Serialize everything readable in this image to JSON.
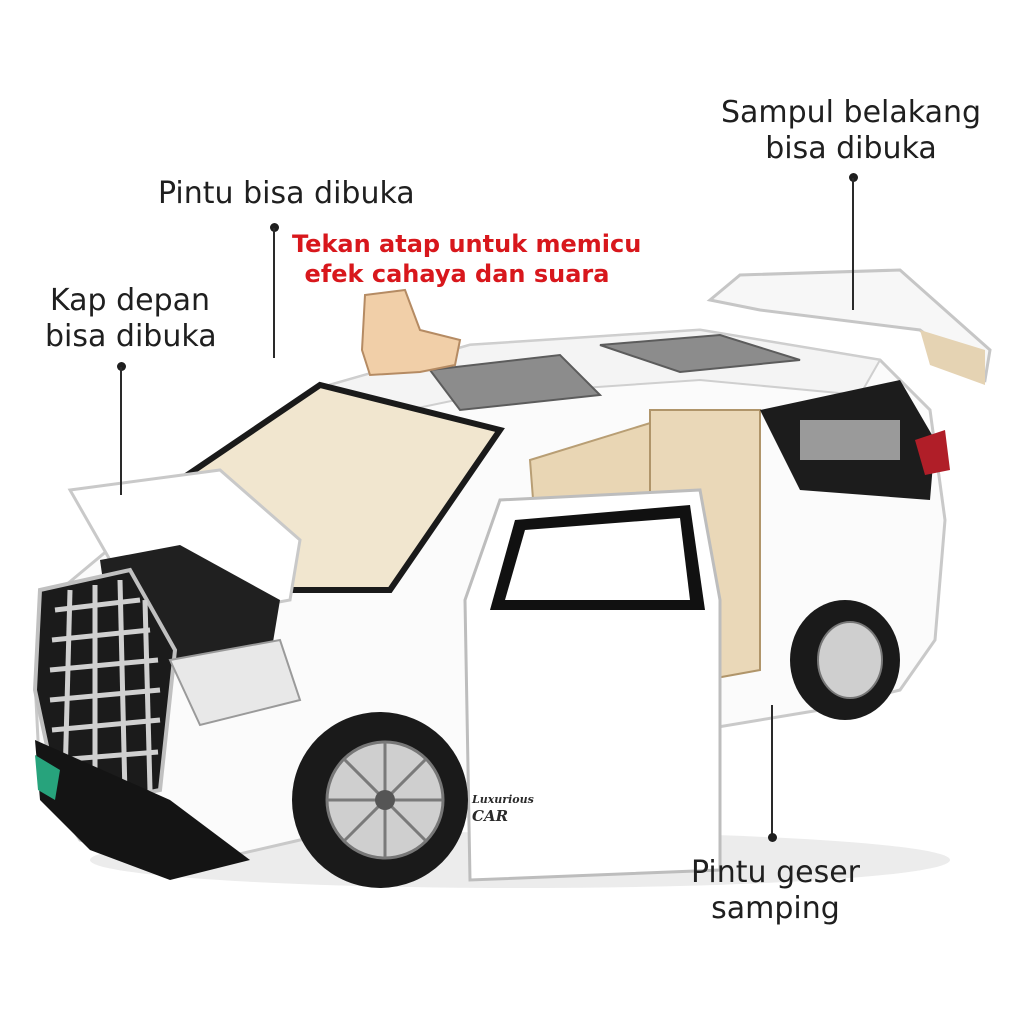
{
  "labels": {
    "rear_cover": [
      "Sampul belakang",
      "bisa dibuka"
    ],
    "door": "Pintu bisa dibuka",
    "press_roof": [
      "Tekan atap untuk memicu",
      "efek cahaya dan suara"
    ],
    "hood": [
      "Kap depan",
      "bisa dibuka"
    ],
    "sliding_door": [
      "Pintu geser",
      "samping"
    ]
  },
  "door_badge": [
    "Luxurious",
    "CAR"
  ],
  "colors": {
    "label_text": "#1f1f1f",
    "highlight_text": "#d8171c",
    "car_body": "#ffffff",
    "interior": "#e9d6b4"
  }
}
